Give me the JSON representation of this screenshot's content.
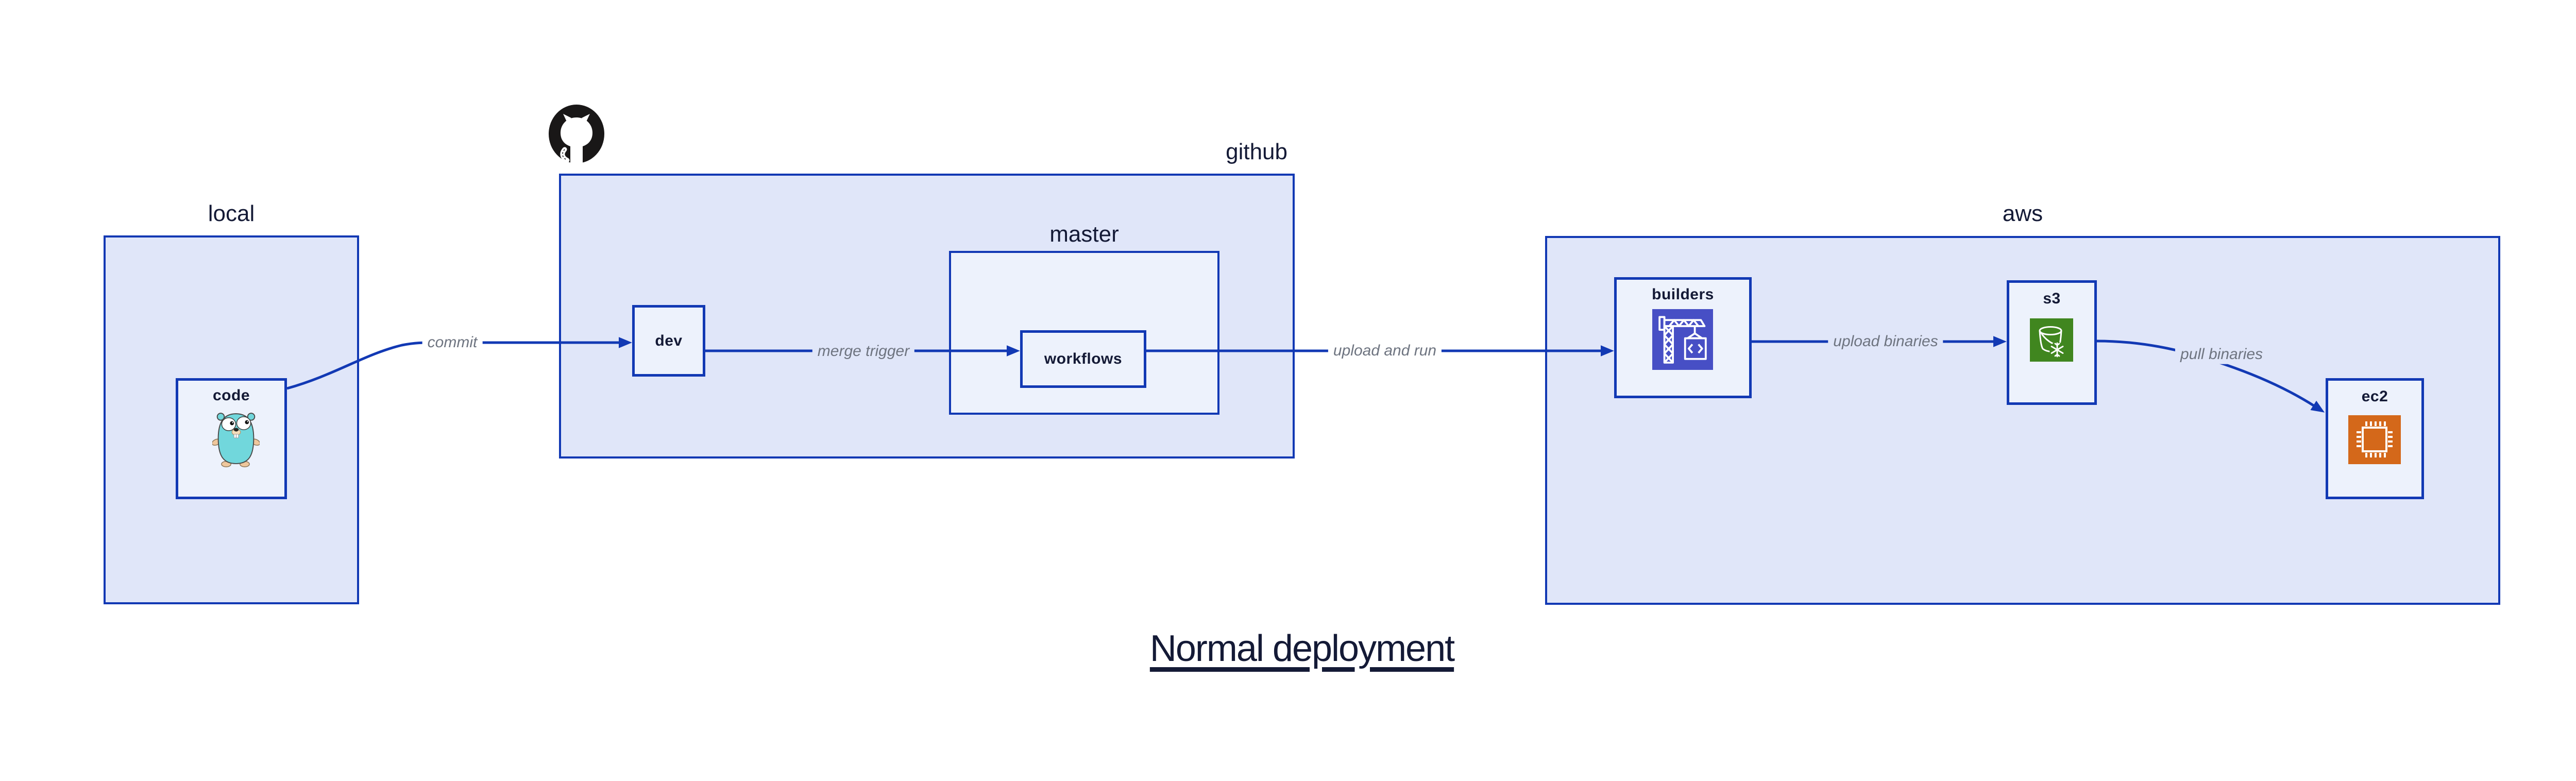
{
  "title": {
    "text": "Normal deployment"
  },
  "groups": {
    "local": {
      "label": "local"
    },
    "github": {
      "label": "github"
    },
    "master": {
      "label": "master"
    },
    "aws": {
      "label": "aws"
    }
  },
  "nodes": {
    "code": {
      "label": "code"
    },
    "dev": {
      "label": "dev"
    },
    "workflows": {
      "label": "workflows"
    },
    "builders": {
      "label": "builders"
    },
    "s3": {
      "label": "s3"
    },
    "ec2": {
      "label": "ec2"
    }
  },
  "edges": [
    {
      "id": "commit",
      "label": "commit",
      "from": "code",
      "to": "dev"
    },
    {
      "id": "merge-trigger",
      "label": "merge trigger",
      "from": "dev",
      "to": "workflows"
    },
    {
      "id": "upload-and-run",
      "label": "upload and run",
      "from": "workflows",
      "to": "builders"
    },
    {
      "id": "upload-binaries",
      "label": "upload binaries",
      "from": "builders",
      "to": "s3"
    },
    {
      "id": "pull-binaries",
      "label": "pull binaries",
      "from": "s3",
      "to": "ec2"
    }
  ],
  "icons": {
    "github": "octocat-icon",
    "code": "go-gopher-icon",
    "builders": "codebuild-crane-icon",
    "s3": "s3-glacier-bucket-icon",
    "ec2": "ec2-chip-icon"
  },
  "colors": {
    "border_and_arrows": "#1239b4",
    "group_fill": "#e0e6f9",
    "node_fill": "#edf2fc",
    "dark_text": "#141a36",
    "edge_label_gray": "#6e7480",
    "codebuild_indigo": "#474fc5",
    "s3_green": "#40861f",
    "ec2_orange": "#d4681a",
    "gopher_teal": "#71d7dc",
    "octocat_black": "#191717",
    "background": "#ffffff"
  }
}
